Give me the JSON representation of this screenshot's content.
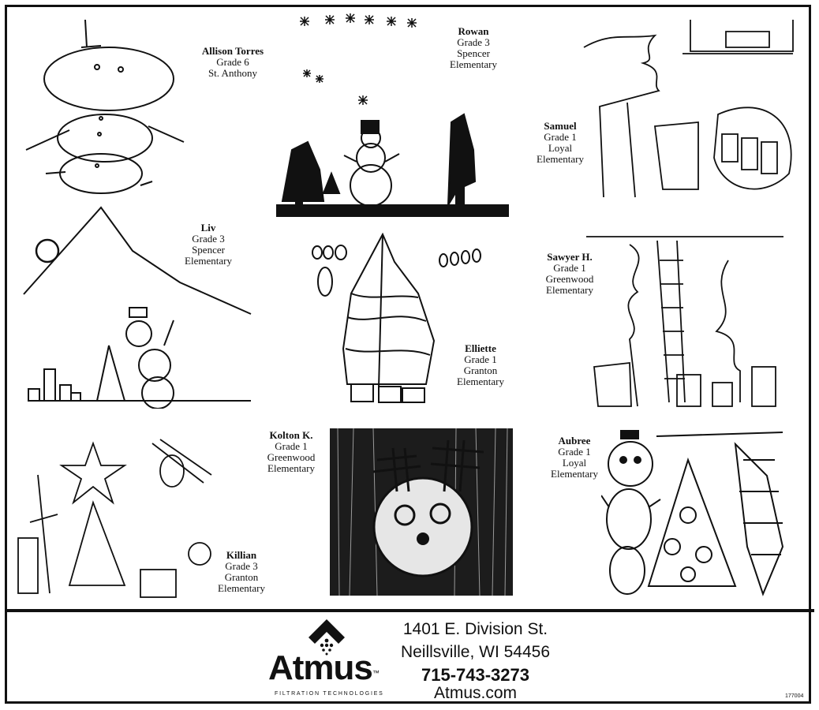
{
  "captions": [
    {
      "name": "Allison Torres",
      "grade": "Grade 6",
      "school": "St. Anthony"
    },
    {
      "name": "Rowan",
      "grade": "Grade 3",
      "school_line1": "Spencer",
      "school_line2": "Elementary"
    },
    {
      "name": "Samuel",
      "grade": "Grade 1",
      "school_line1": "Loyal",
      "school_line2": "Elementary"
    },
    {
      "name": "Liv",
      "grade": "Grade 3",
      "school_line1": "Spencer",
      "school_line2": "Elementary"
    },
    {
      "name": "Elliette",
      "grade": "Grade 1",
      "school_line1": "Granton",
      "school_line2": "Elementary"
    },
    {
      "name": "Sawyer H.",
      "grade": "Grade 1",
      "school_line1": "Greenwood",
      "school_line2": "Elementary"
    },
    {
      "name": "Killian",
      "grade": "Grade 3",
      "school_line1": "Granton",
      "school_line2": "Elementary"
    },
    {
      "name": "Kolton K.",
      "grade": "Grade 1",
      "school_line1": "Greenwood",
      "school_line2": "Elementary"
    },
    {
      "name": "Aubree",
      "grade": "Grade 1",
      "school_line1": "Loyal",
      "school_line2": "Elementary"
    }
  ],
  "footer": {
    "address_line1": "1401 E. Division St.",
    "address_line2": "Neillsville, WI 54456",
    "phone": "715-743-3273",
    "website": "Atmus.com",
    "brand": "Atmus",
    "trademark": "™",
    "tagline": "FILTRATION TECHNOLOGIES",
    "code": "177004"
  }
}
